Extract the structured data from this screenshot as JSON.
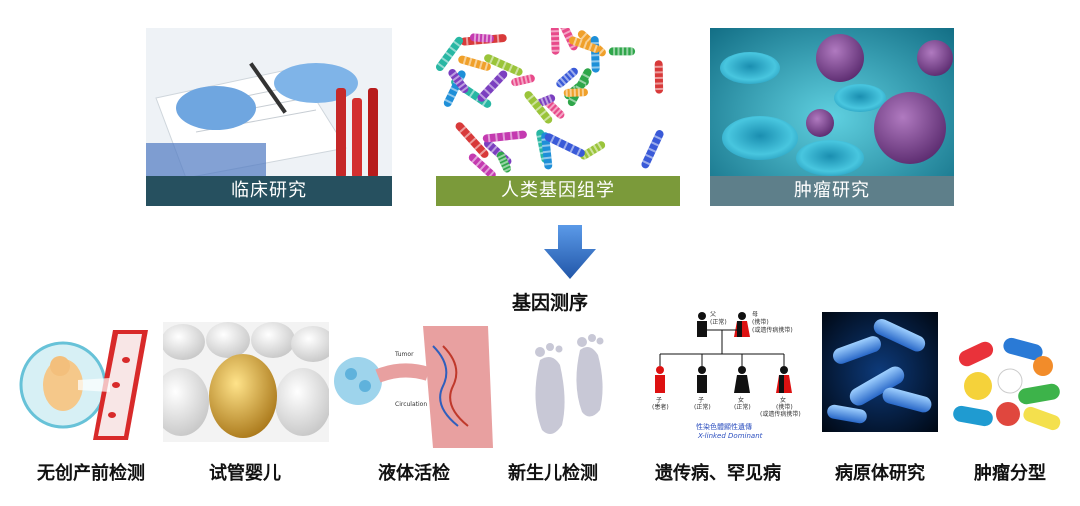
{
  "top_panels": [
    {
      "caption": "临床研究",
      "caption_bg": "#26505f"
    },
    {
      "caption": "人类基因组学",
      "caption_bg": "#7b9a3a"
    },
    {
      "caption": "肿瘤研究",
      "caption_bg": "#5e7f8a"
    }
  ],
  "center_label": "基因测序",
  "arrow_color": "#2e6fc0",
  "applications": [
    {
      "label": "无创产前检测"
    },
    {
      "label": "试管婴儿"
    },
    {
      "label": "液体活检"
    },
    {
      "label": "新生儿检测"
    },
    {
      "label": "遗传病、罕见病"
    },
    {
      "label": "病原体研究"
    },
    {
      "label": "肿瘤分型"
    }
  ],
  "pedigree": {
    "father": "父",
    "father_note": "(正常)",
    "mother": "母",
    "mother_note": "(携带)",
    "mother_sub": "(或遗传病携带)",
    "children": [
      {
        "label": "子",
        "note": "(患者)"
      },
      {
        "label": "子",
        "note": "(正常)"
      },
      {
        "label": "女",
        "note": "(正常)"
      },
      {
        "label": "女",
        "note": "(携带)"
      }
    ],
    "last_child_sub": "(或遗传病携带)",
    "title_cn": "性染色體顯性遺傳",
    "title_en": "X-linked Dominant"
  }
}
